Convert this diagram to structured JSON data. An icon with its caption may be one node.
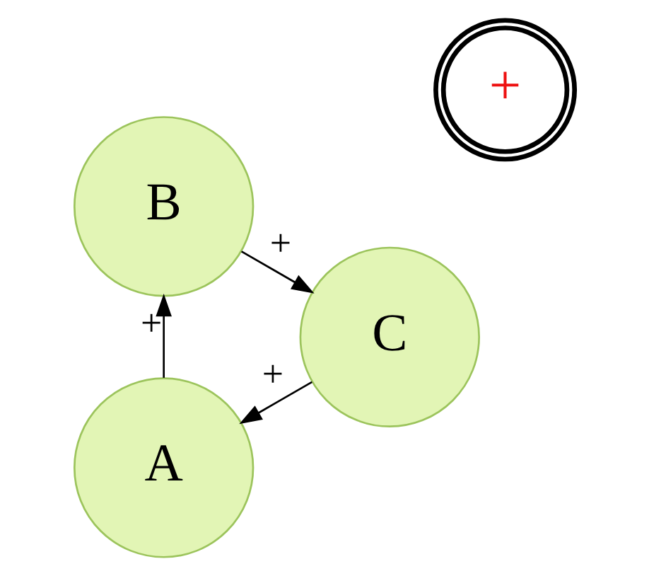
{
  "diagram": {
    "nodes": [
      {
        "text": [
          "A"
        ]
      },
      {
        "text": [
          "B"
        ]
      },
      {
        "text": [
          "C"
        ]
      },
      {
        "text": [
          "+"
        ]
      }
    ],
    "edges": [
      {
        "from": 0,
        "to": 1,
        "arrow": "to",
        "label": "+"
      },
      {
        "from": 1,
        "to": 2,
        "arrow": "to",
        "label": "+"
      },
      {
        "from": 2,
        "to": 0,
        "arrow": "to",
        "label": "+"
      }
    ]
  }
}
